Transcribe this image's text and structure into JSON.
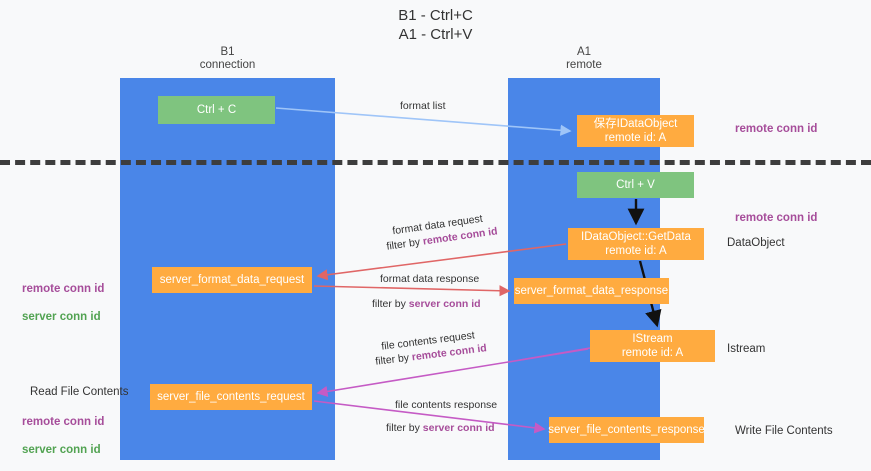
{
  "title": "B1 - Ctrl+C\nA1 - Ctrl+V",
  "lanes": [
    {
      "id": "b1",
      "header": "B1\nconnection",
      "color": "#4a86e8"
    },
    {
      "id": "a1",
      "header": "A1\nremote",
      "color": "#4a86e8"
    }
  ],
  "nodes": {
    "ctrl_c": {
      "label": "Ctrl + C",
      "color": "#7fc47f"
    },
    "save_idataobject": {
      "label": "保存IDataObject\nremote id: A",
      "color": "#ffab40"
    },
    "ctrl_v": {
      "label": "Ctrl + V",
      "color": "#7fc47f"
    },
    "getdata": {
      "label": "IDataObject::GetData\nremote id: A",
      "color": "#ffab40"
    },
    "server_format_data_request": {
      "label": "server_format_data_request",
      "color": "#ffab40"
    },
    "server_format_data_response": {
      "label": "server_format_data_response",
      "color": "#ffab40"
    },
    "istream": {
      "label": "IStream\nremote id: A",
      "color": "#ffab40"
    },
    "server_file_contents_request": {
      "label": "server_file_contents_request",
      "color": "#ffab40"
    },
    "server_file_contents_response": {
      "label": "server_file_contents_response",
      "color": "#ffab40"
    }
  },
  "edges": {
    "format_list": {
      "label": "format list",
      "color": "#9fc5f8"
    },
    "format_data_request": {
      "label": "format data request",
      "filter_prefix": "filter by ",
      "filter_key": "remote conn id",
      "color": "#e06666"
    },
    "format_data_response": {
      "label": "format data response",
      "filter_prefix": "filter by ",
      "filter_key": "server conn id",
      "color": "#e06666"
    },
    "file_contents_request": {
      "label": "file contents request",
      "filter_prefix": "filter by ",
      "filter_key": "remote conn id",
      "color": "#c55bc5"
    },
    "file_contents_response": {
      "label": "file contents response",
      "filter_prefix": "filter by ",
      "filter_key": "server conn id",
      "color": "#c55bc5"
    }
  },
  "annotations": {
    "right_1": "remote conn id",
    "right_2": "remote conn id",
    "right_3": "DataObject",
    "right_4": "Istream",
    "right_5": "Write File Contents",
    "left_1_a": "remote conn id",
    "left_1_b": "server conn id",
    "left_2": "Read File Contents",
    "left_3_a": "remote conn id",
    "left_3_b": "server conn id"
  },
  "colors": {
    "lane": "#4a86e8",
    "node_orange": "#ffab40",
    "node_green": "#7fc47f",
    "accent_purple": "#a64d9a",
    "accent_green": "#52a352",
    "edge_red": "#e06666",
    "edge_magenta": "#c55bc5",
    "edge_blue": "#9fc5f8",
    "divider": "#3d3d3d",
    "background": "#f8f9fa"
  }
}
